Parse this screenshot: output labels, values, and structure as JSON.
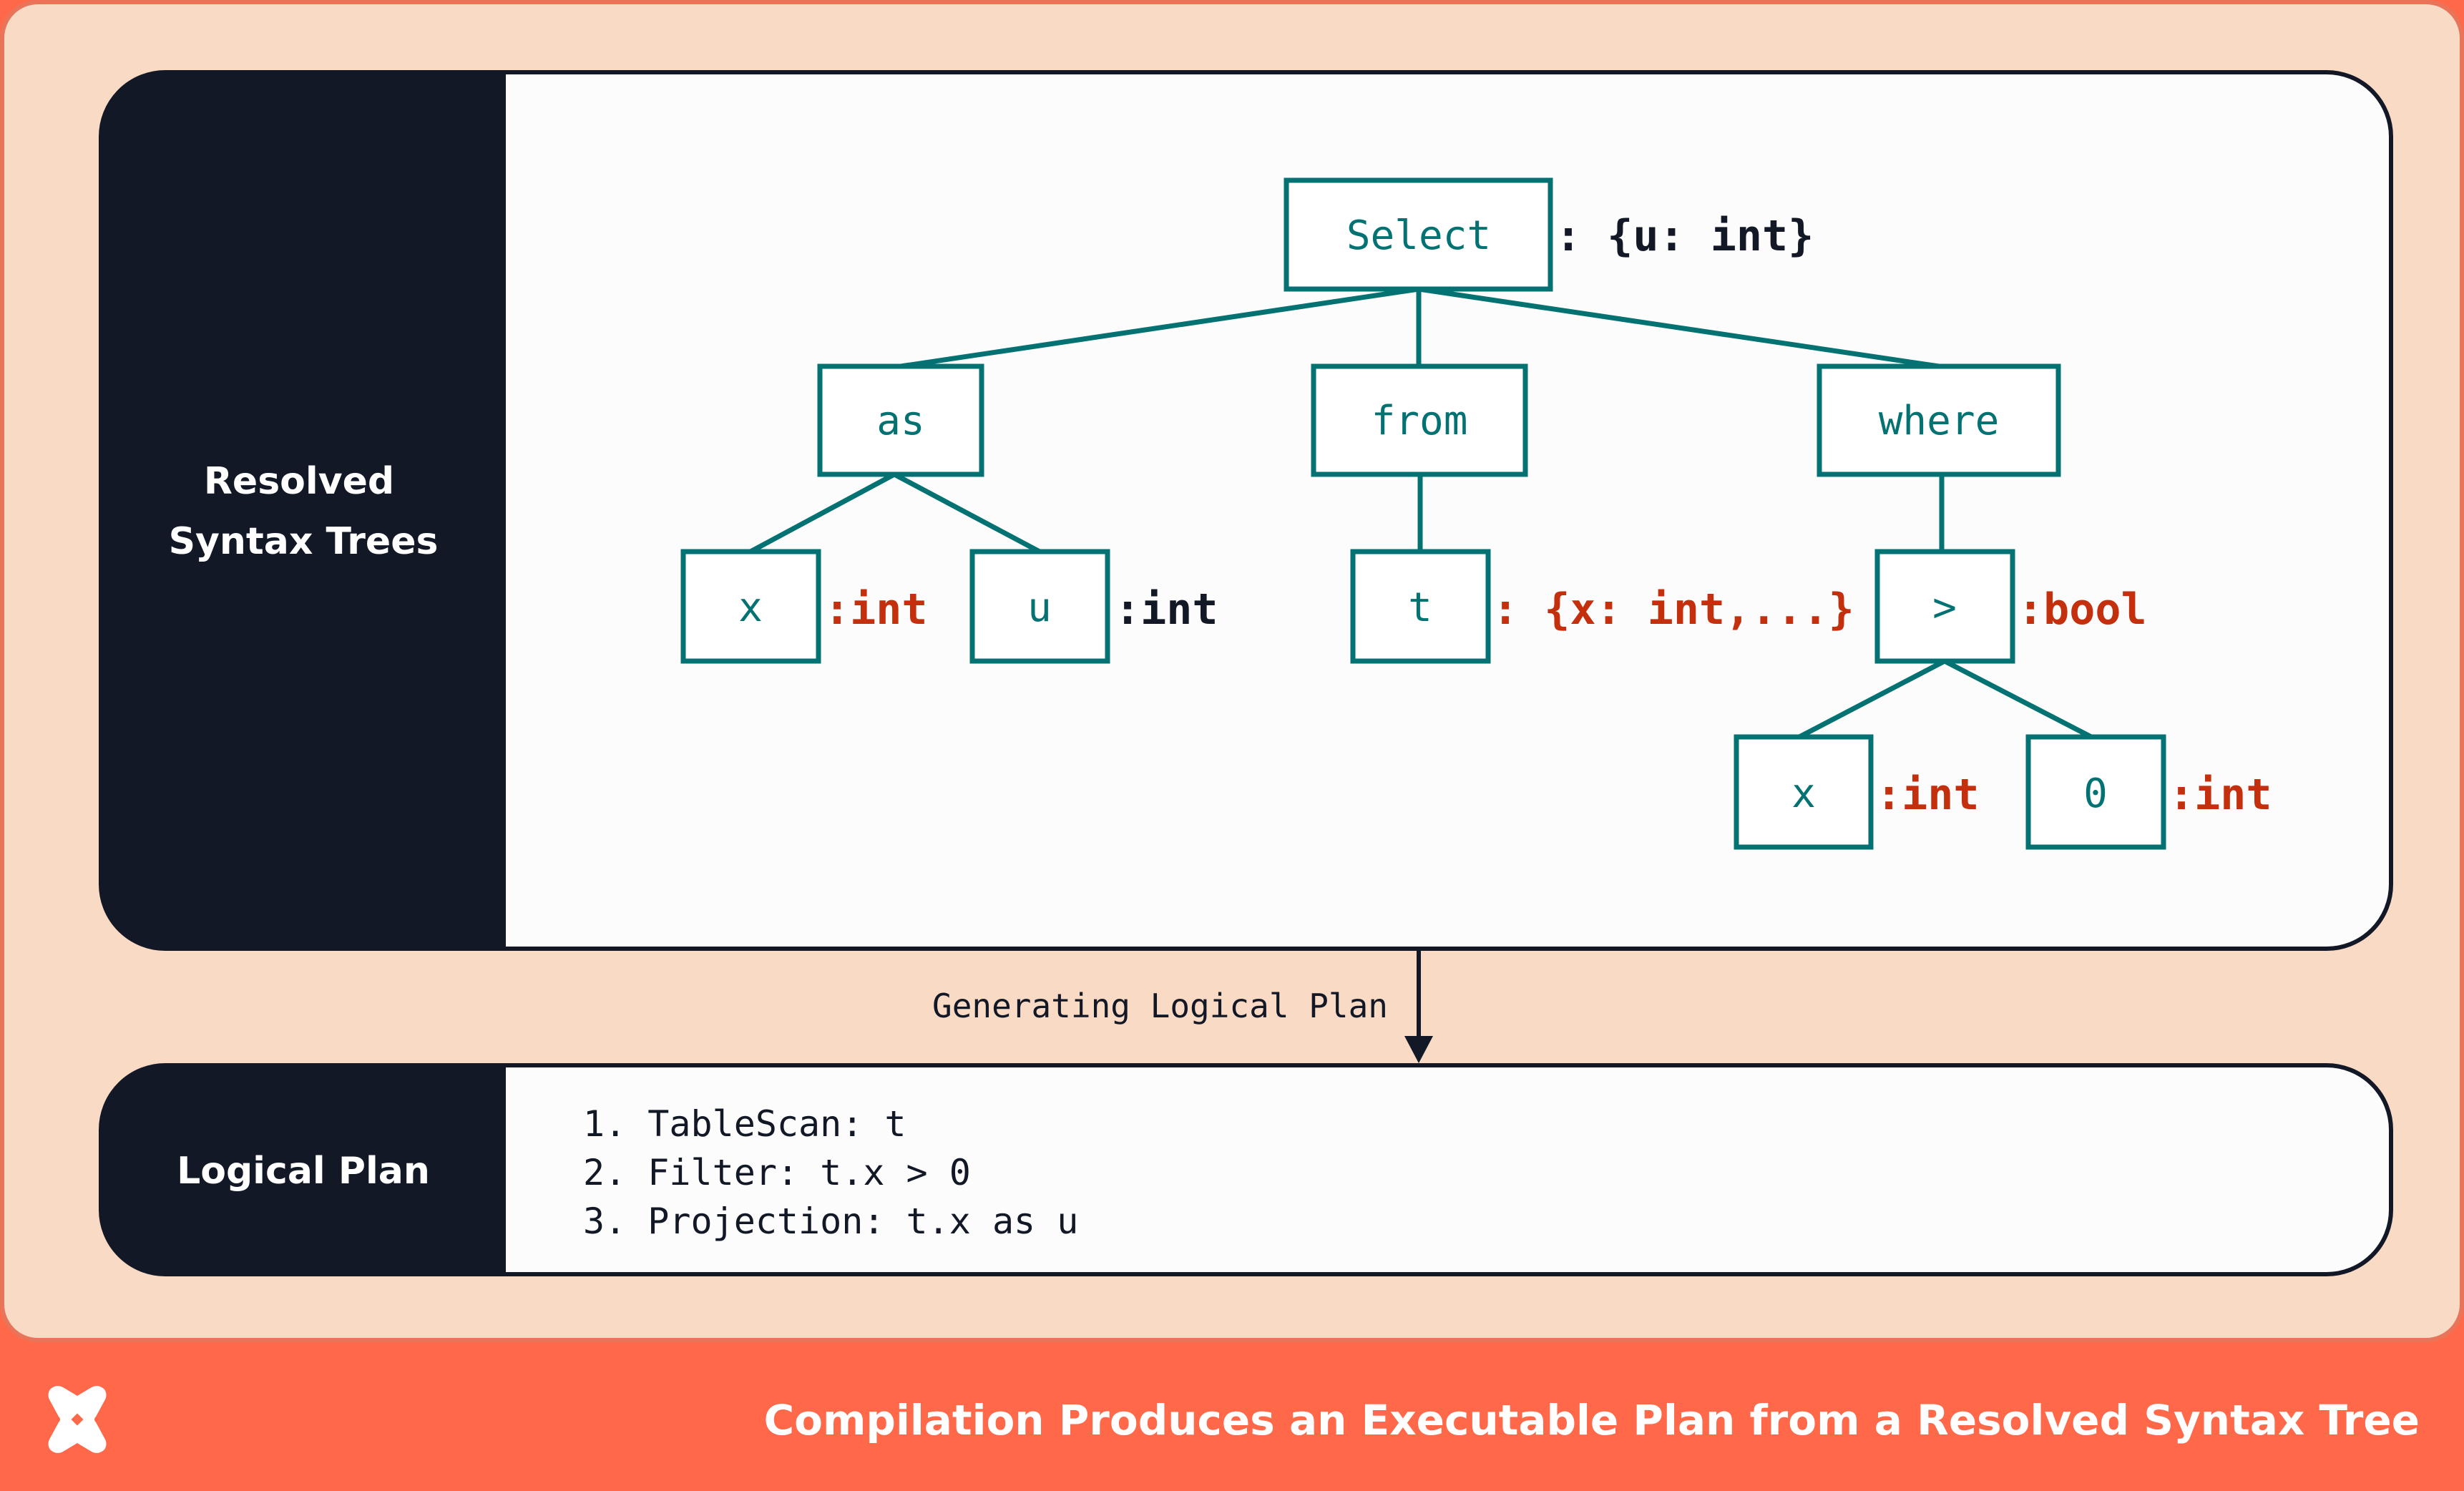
{
  "colors": {
    "background": "#f8dac5",
    "footer": "#ff6849",
    "panel_dark": "#121826",
    "node": "#047272",
    "type_red": "#c4300e"
  },
  "top_panel": {
    "label_line1": "Resolved",
    "label_line2": "Syntax Trees"
  },
  "tree": {
    "select": {
      "label": "Select",
      "type": ": {u: int}"
    },
    "as": {
      "label": "as"
    },
    "from": {
      "label": "from"
    },
    "where": {
      "label": "where"
    },
    "as_x": {
      "label": "x",
      "type": ":int"
    },
    "as_u": {
      "label": "u",
      "type": ":int"
    },
    "from_t": {
      "label": "t",
      "type": ": {x: int,...}"
    },
    "gt": {
      "label": ">",
      "type": ":bool"
    },
    "gt_x": {
      "label": "x",
      "type": ":int"
    },
    "gt_0": {
      "label": "0",
      "type": ":int"
    }
  },
  "arrow_label": "Generating Logical Plan",
  "bottom_panel": {
    "label": "Logical Plan",
    "steps": [
      "1. TableScan: t",
      "2. Filter: t.x > 0",
      "3. Projection: t.x as u"
    ]
  },
  "footer": {
    "logo_icon": "dbt-logo-icon",
    "caption": "Compilation Produces an Executable Plan from a Resolved Syntax Tree"
  }
}
